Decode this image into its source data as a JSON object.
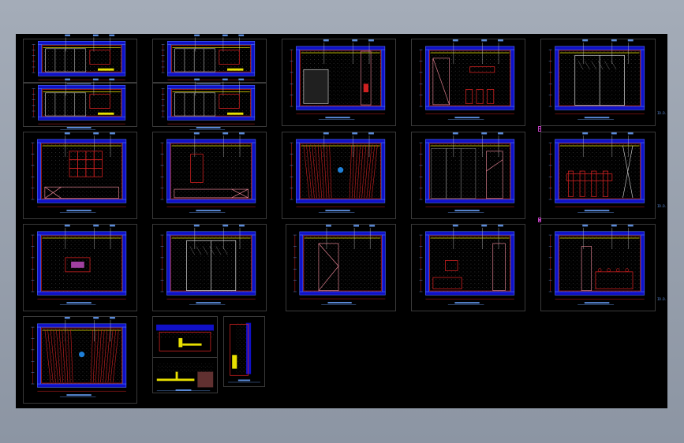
{
  "colors": {
    "background": "#9aa3b0",
    "model_space": "#000000",
    "frame": "#3a3a3a",
    "wall_fill": "#1010c8",
    "wall_edge": "#5070ff",
    "outline_red": "#d02020",
    "detail_yellow": "#e8e000",
    "annotation_blue": "#5a8ad8",
    "hatch": "#6a6a6a",
    "marker": "#c040c0"
  },
  "drawing": {
    "sheet_count": 19,
    "detail_sheet_count": 3,
    "side_note_text": "ID.D."
  }
}
